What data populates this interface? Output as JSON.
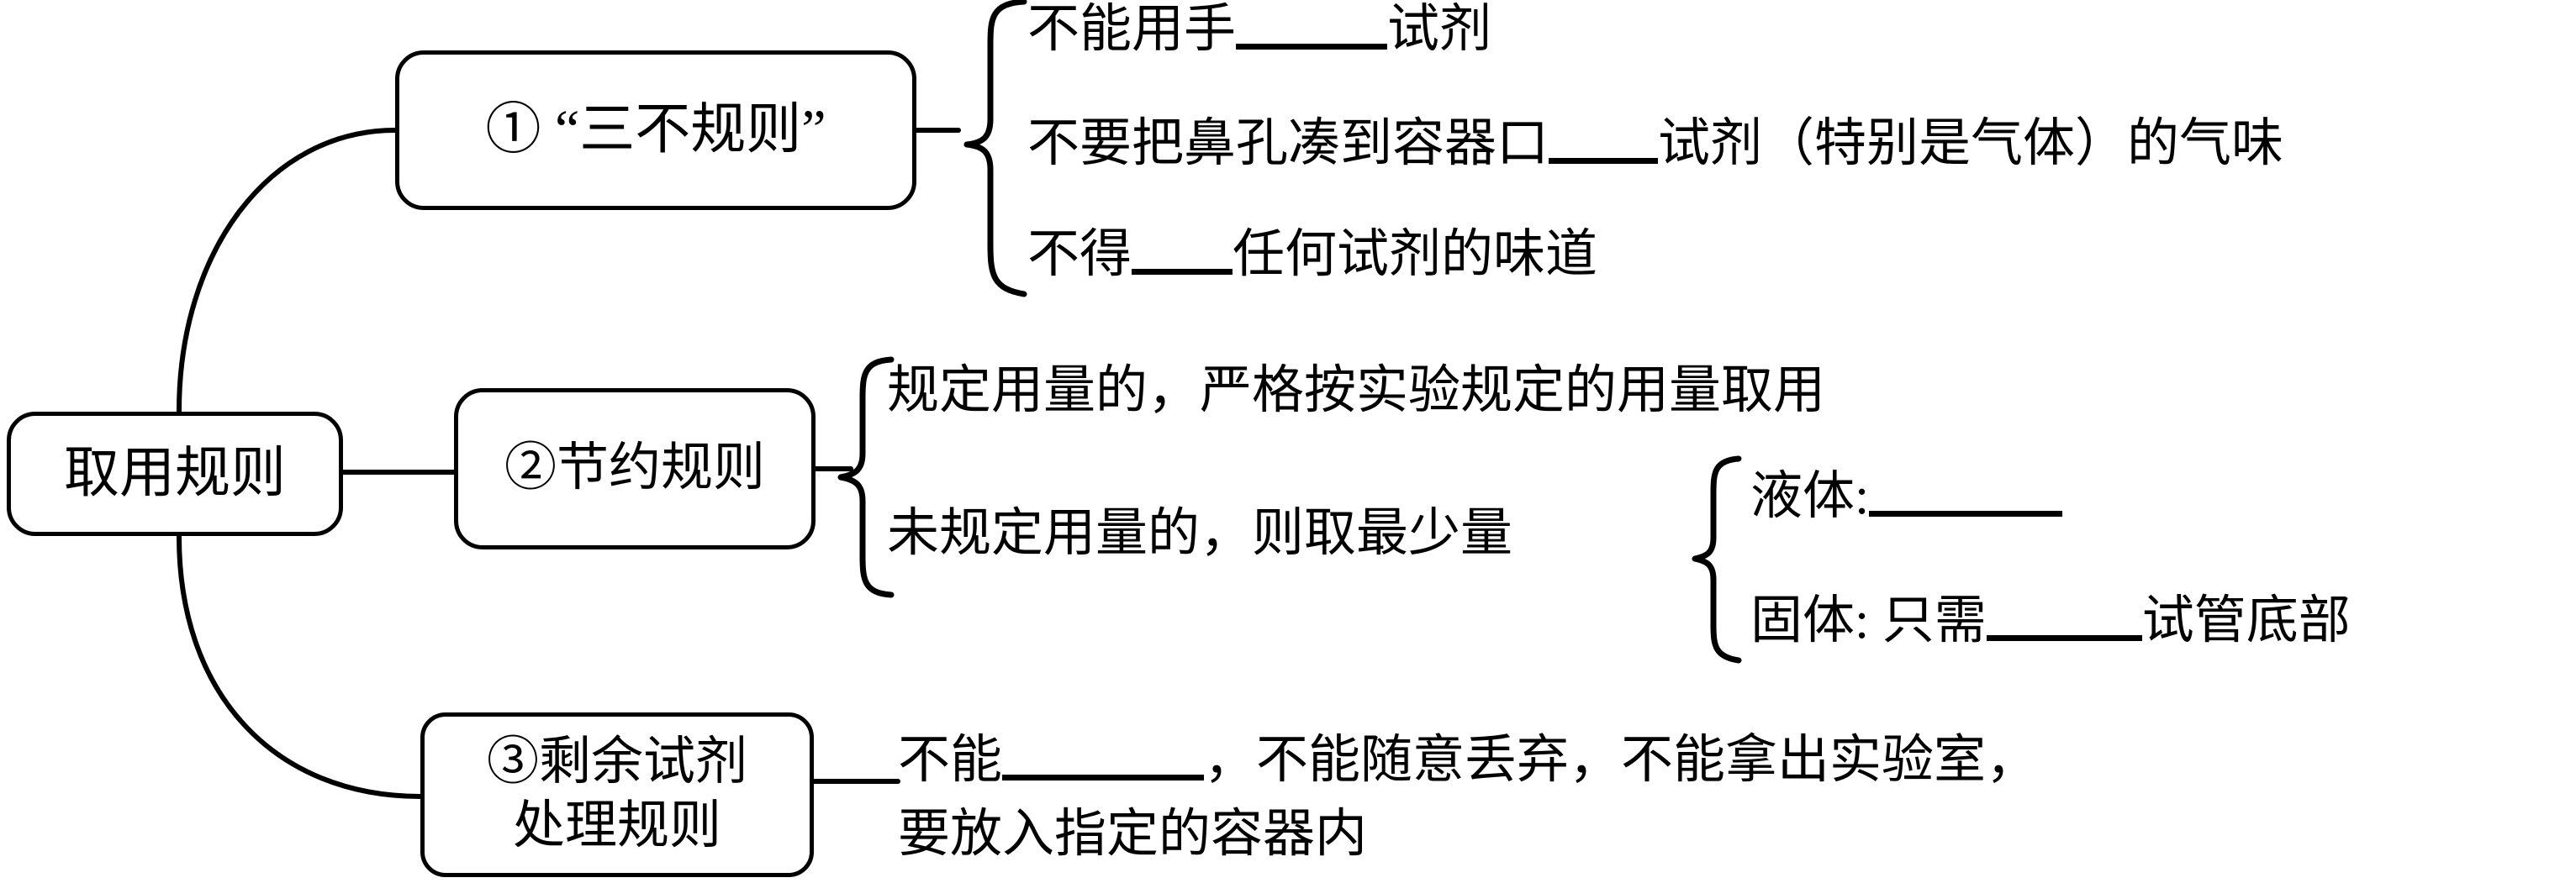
{
  "diagram": {
    "title": "取用规则",
    "type": "mind-map",
    "stroke_color": "#000000",
    "background_color": "#ffffff",
    "root": {
      "label": "取用规则"
    },
    "branches": [
      {
        "id": "branch-1",
        "marker": "①",
        "label": "① “三不规则”",
        "items": [
          {
            "id": "rule-1-1",
            "before": "不能用手",
            "blank": "______",
            "after": "试剂",
            "full": "不能用手 ______试剂"
          },
          {
            "id": "rule-1-2",
            "before": "不要把鼻孔凑到容器口",
            "blank": "_____",
            "after": "试剂（特别是气体）的气味",
            "full": "不要把鼻孔凑到容器口_____试剂（特别是气体）的气味"
          },
          {
            "id": "rule-1-3",
            "before": "不得",
            "blank": "_____",
            "after": "任何试剂的味道",
            "full": "不得_____任何试剂的味道"
          }
        ]
      },
      {
        "id": "branch-2",
        "marker": "②",
        "label": "②节约规则",
        "items": [
          {
            "id": "rule-2-1",
            "full": "规定用量的，严格按实验规定的用量取用"
          },
          {
            "id": "rule-2-2",
            "full": "未规定用量的，则取最少量",
            "sub_items": [
              {
                "id": "rule-2-2-a",
                "before": "液体:",
                "blank": "________",
                "after": "",
                "full": "液体: ________"
              },
              {
                "id": "rule-2-2-b",
                "before": "固体: 只需",
                "blank": "______",
                "after": "试管底部",
                "full": "固体: 只需______试管底部"
              }
            ]
          }
        ]
      },
      {
        "id": "branch-3",
        "marker": "③",
        "label": "③剩余试剂\n处理规则",
        "items": [
          {
            "id": "rule-3-1",
            "before": "不能",
            "blank": "________",
            "after": "，不能随意丢弃，不能拿出实验室，",
            "full": "不能 ________，不能随意丢弃，不能拿出实验室，"
          },
          {
            "id": "rule-3-2",
            "full": "要放入指定的容器内"
          }
        ]
      }
    ],
    "braces": {
      "brace_branch_1": "{",
      "brace_branch_2": "{",
      "brace_branch_2_sub": "{"
    }
  }
}
